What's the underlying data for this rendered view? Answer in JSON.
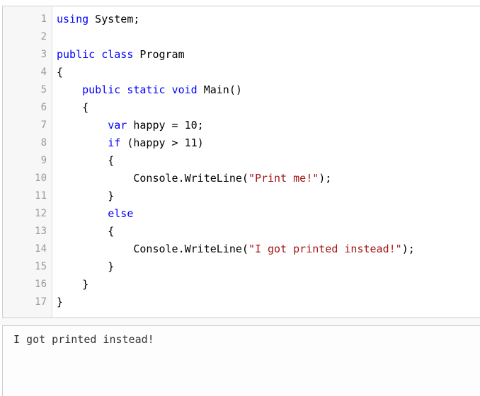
{
  "editor": {
    "lines": [
      {
        "n": "1",
        "tokens": [
          {
            "t": "using",
            "c": "kw"
          },
          {
            "t": " System;",
            "c": ""
          }
        ]
      },
      {
        "n": "2",
        "tokens": []
      },
      {
        "n": "3",
        "tokens": [
          {
            "t": "public",
            "c": "kw"
          },
          {
            "t": " ",
            "c": ""
          },
          {
            "t": "class",
            "c": "kw"
          },
          {
            "t": " Program",
            "c": ""
          }
        ]
      },
      {
        "n": "4",
        "tokens": [
          {
            "t": "{",
            "c": ""
          }
        ]
      },
      {
        "n": "5",
        "tokens": [
          {
            "t": "    ",
            "c": ""
          },
          {
            "t": "public",
            "c": "kw"
          },
          {
            "t": " ",
            "c": ""
          },
          {
            "t": "static",
            "c": "kw"
          },
          {
            "t": " ",
            "c": ""
          },
          {
            "t": "void",
            "c": "kw"
          },
          {
            "t": " Main()",
            "c": ""
          }
        ]
      },
      {
        "n": "6",
        "tokens": [
          {
            "t": "    {",
            "c": ""
          }
        ]
      },
      {
        "n": "7",
        "tokens": [
          {
            "t": "        ",
            "c": ""
          },
          {
            "t": "var",
            "c": "kw"
          },
          {
            "t": " happy = 10;",
            "c": ""
          }
        ]
      },
      {
        "n": "8",
        "tokens": [
          {
            "t": "        ",
            "c": ""
          },
          {
            "t": "if",
            "c": "kw"
          },
          {
            "t": " (happy > 11)",
            "c": ""
          }
        ]
      },
      {
        "n": "9",
        "tokens": [
          {
            "t": "        {",
            "c": ""
          }
        ]
      },
      {
        "n": "10",
        "tokens": [
          {
            "t": "            Console.WriteLine(",
            "c": ""
          },
          {
            "t": "\"Print me!\"",
            "c": "str"
          },
          {
            "t": ");",
            "c": ""
          }
        ]
      },
      {
        "n": "11",
        "tokens": [
          {
            "t": "        }",
            "c": ""
          }
        ]
      },
      {
        "n": "12",
        "tokens": [
          {
            "t": "        ",
            "c": ""
          },
          {
            "t": "else",
            "c": "kw"
          }
        ]
      },
      {
        "n": "13",
        "tokens": [
          {
            "t": "        {",
            "c": ""
          }
        ]
      },
      {
        "n": "14",
        "tokens": [
          {
            "t": "            Console.WriteLine(",
            "c": ""
          },
          {
            "t": "\"I got printed instead!\"",
            "c": "str"
          },
          {
            "t": ");",
            "c": ""
          }
        ]
      },
      {
        "n": "15",
        "tokens": [
          {
            "t": "        }",
            "c": ""
          }
        ]
      },
      {
        "n": "16",
        "tokens": [
          {
            "t": "    }",
            "c": ""
          }
        ]
      },
      {
        "n": "17",
        "tokens": [
          {
            "t": "}",
            "c": ""
          }
        ]
      }
    ],
    "colors": {
      "keyword": "#0000ff",
      "string": "#a31515",
      "line_number": "#999999"
    }
  },
  "output": {
    "text": "I got printed instead!"
  }
}
